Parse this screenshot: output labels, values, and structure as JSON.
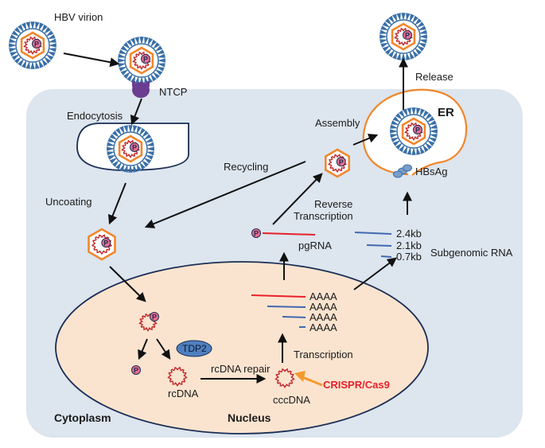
{
  "labels": {
    "hbv_virion": "HBV virion",
    "ntcp": "NTCP",
    "endocytosis": "Endocytosis",
    "uncoating": "Uncoating",
    "recycling": "Recycling",
    "assembly": "Assembly",
    "release": "Release",
    "er": "ER",
    "hbsag": "HBsAg",
    "reverse_transcription_line1": "Reverse",
    "reverse_transcription_line2": "Transcription",
    "pgrna": "pgRNA",
    "subgenomic_rna": "Subgenomic  RNA",
    "tdp2": "TDP2",
    "rcdna_repair": "rcDNA repair",
    "transcription": "Transcription",
    "rcdna": "rcDNA",
    "cccdna": "cccDNA",
    "crispr": "CRISPR/Cas9",
    "cytoplasm": "Cytoplasm",
    "nucleus": "Nucleus",
    "polymerase": "P"
  },
  "transcripts": [
    "AAAA",
    "AAAA",
    "AAAA",
    "AAAA"
  ],
  "subgenomic_sizes": [
    "2.4kb",
    "2.1kb",
    "0.7kb"
  ],
  "colors": {
    "cell": "#dde5ee",
    "nucleus": "#fbe4cf",
    "capsid_orange": "#f0872b",
    "spike_blue": "#3a6fa8",
    "dna_red": "#c0282c",
    "pink_p": "#ea6e8f",
    "ntcp_purple": "#6a3d91",
    "tdp2_blue": "#4f7fbf",
    "rna_red": "#e8202a",
    "rna_blue": "#4169b0",
    "crispr_arrow": "#f29a2e"
  }
}
